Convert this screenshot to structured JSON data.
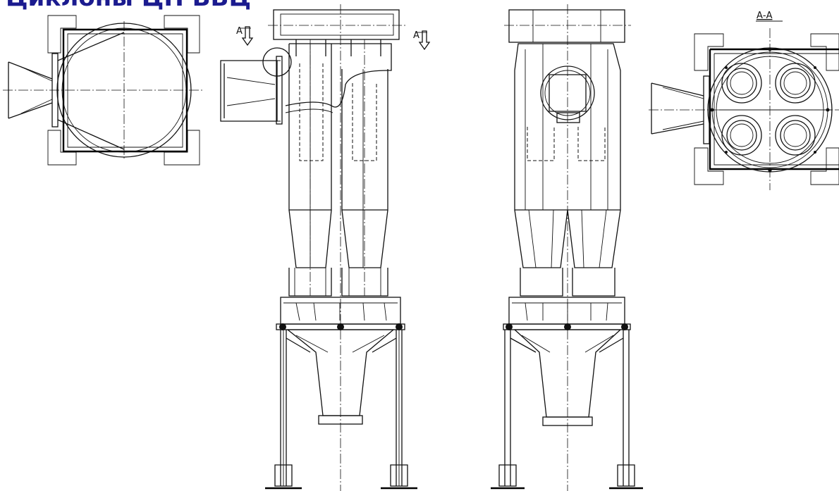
{
  "title": "Циклоны ЦН ВВЦ",
  "labels": {
    "section_arrow_left": "А",
    "section_arrow_right": "А",
    "section_label": "А-А"
  },
  "colors": {
    "title": "#1b1b8f",
    "lines": "#111111",
    "background": "#ffffff"
  }
}
